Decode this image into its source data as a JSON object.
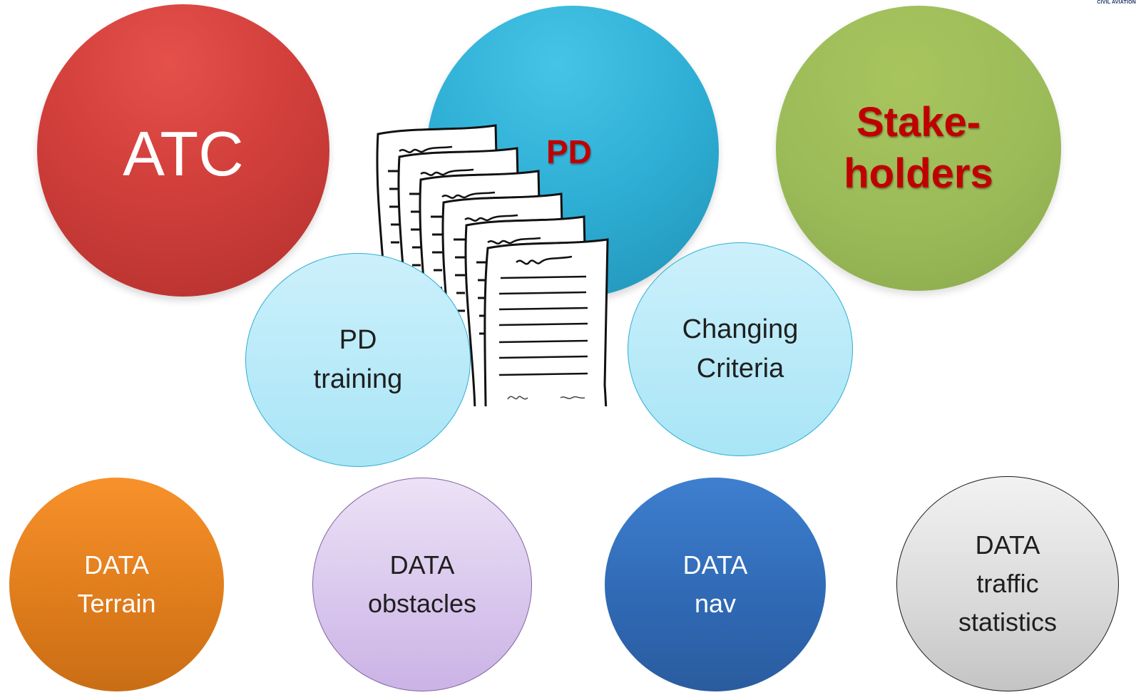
{
  "logo": {
    "text": "CIVIL AVIATION"
  },
  "circles": {
    "atc": {
      "label": "ATC"
    },
    "pd": {
      "label": "PD"
    },
    "stakeholders": {
      "line1": "Stake-",
      "line2": "holders"
    },
    "pd_training": {
      "line1": "PD",
      "line2": "training"
    },
    "changing_criteria": {
      "line1": "Changing",
      "line2": "Criteria"
    },
    "data_terrain": {
      "line1": "DATA",
      "line2": "Terrain"
    },
    "data_obstacles": {
      "line1": "DATA",
      "line2": "obstacles"
    },
    "data_nav": {
      "line1": "DATA",
      "line2": "nav"
    },
    "data_traffic": {
      "line1": "DATA",
      "line2": "traffic",
      "line3": "statistics"
    }
  },
  "colors": {
    "atc": "#d13f3b",
    "pd": "#2eaed4",
    "stakeholders": "#9bbb59",
    "accent_text": "#c00000",
    "terrain": "#e07d1c",
    "obstacles": "#d8c5ec",
    "nav": "#2f68b3",
    "traffic": "#d9d9d9"
  },
  "icons": {
    "documents": "document-stack-icon"
  }
}
